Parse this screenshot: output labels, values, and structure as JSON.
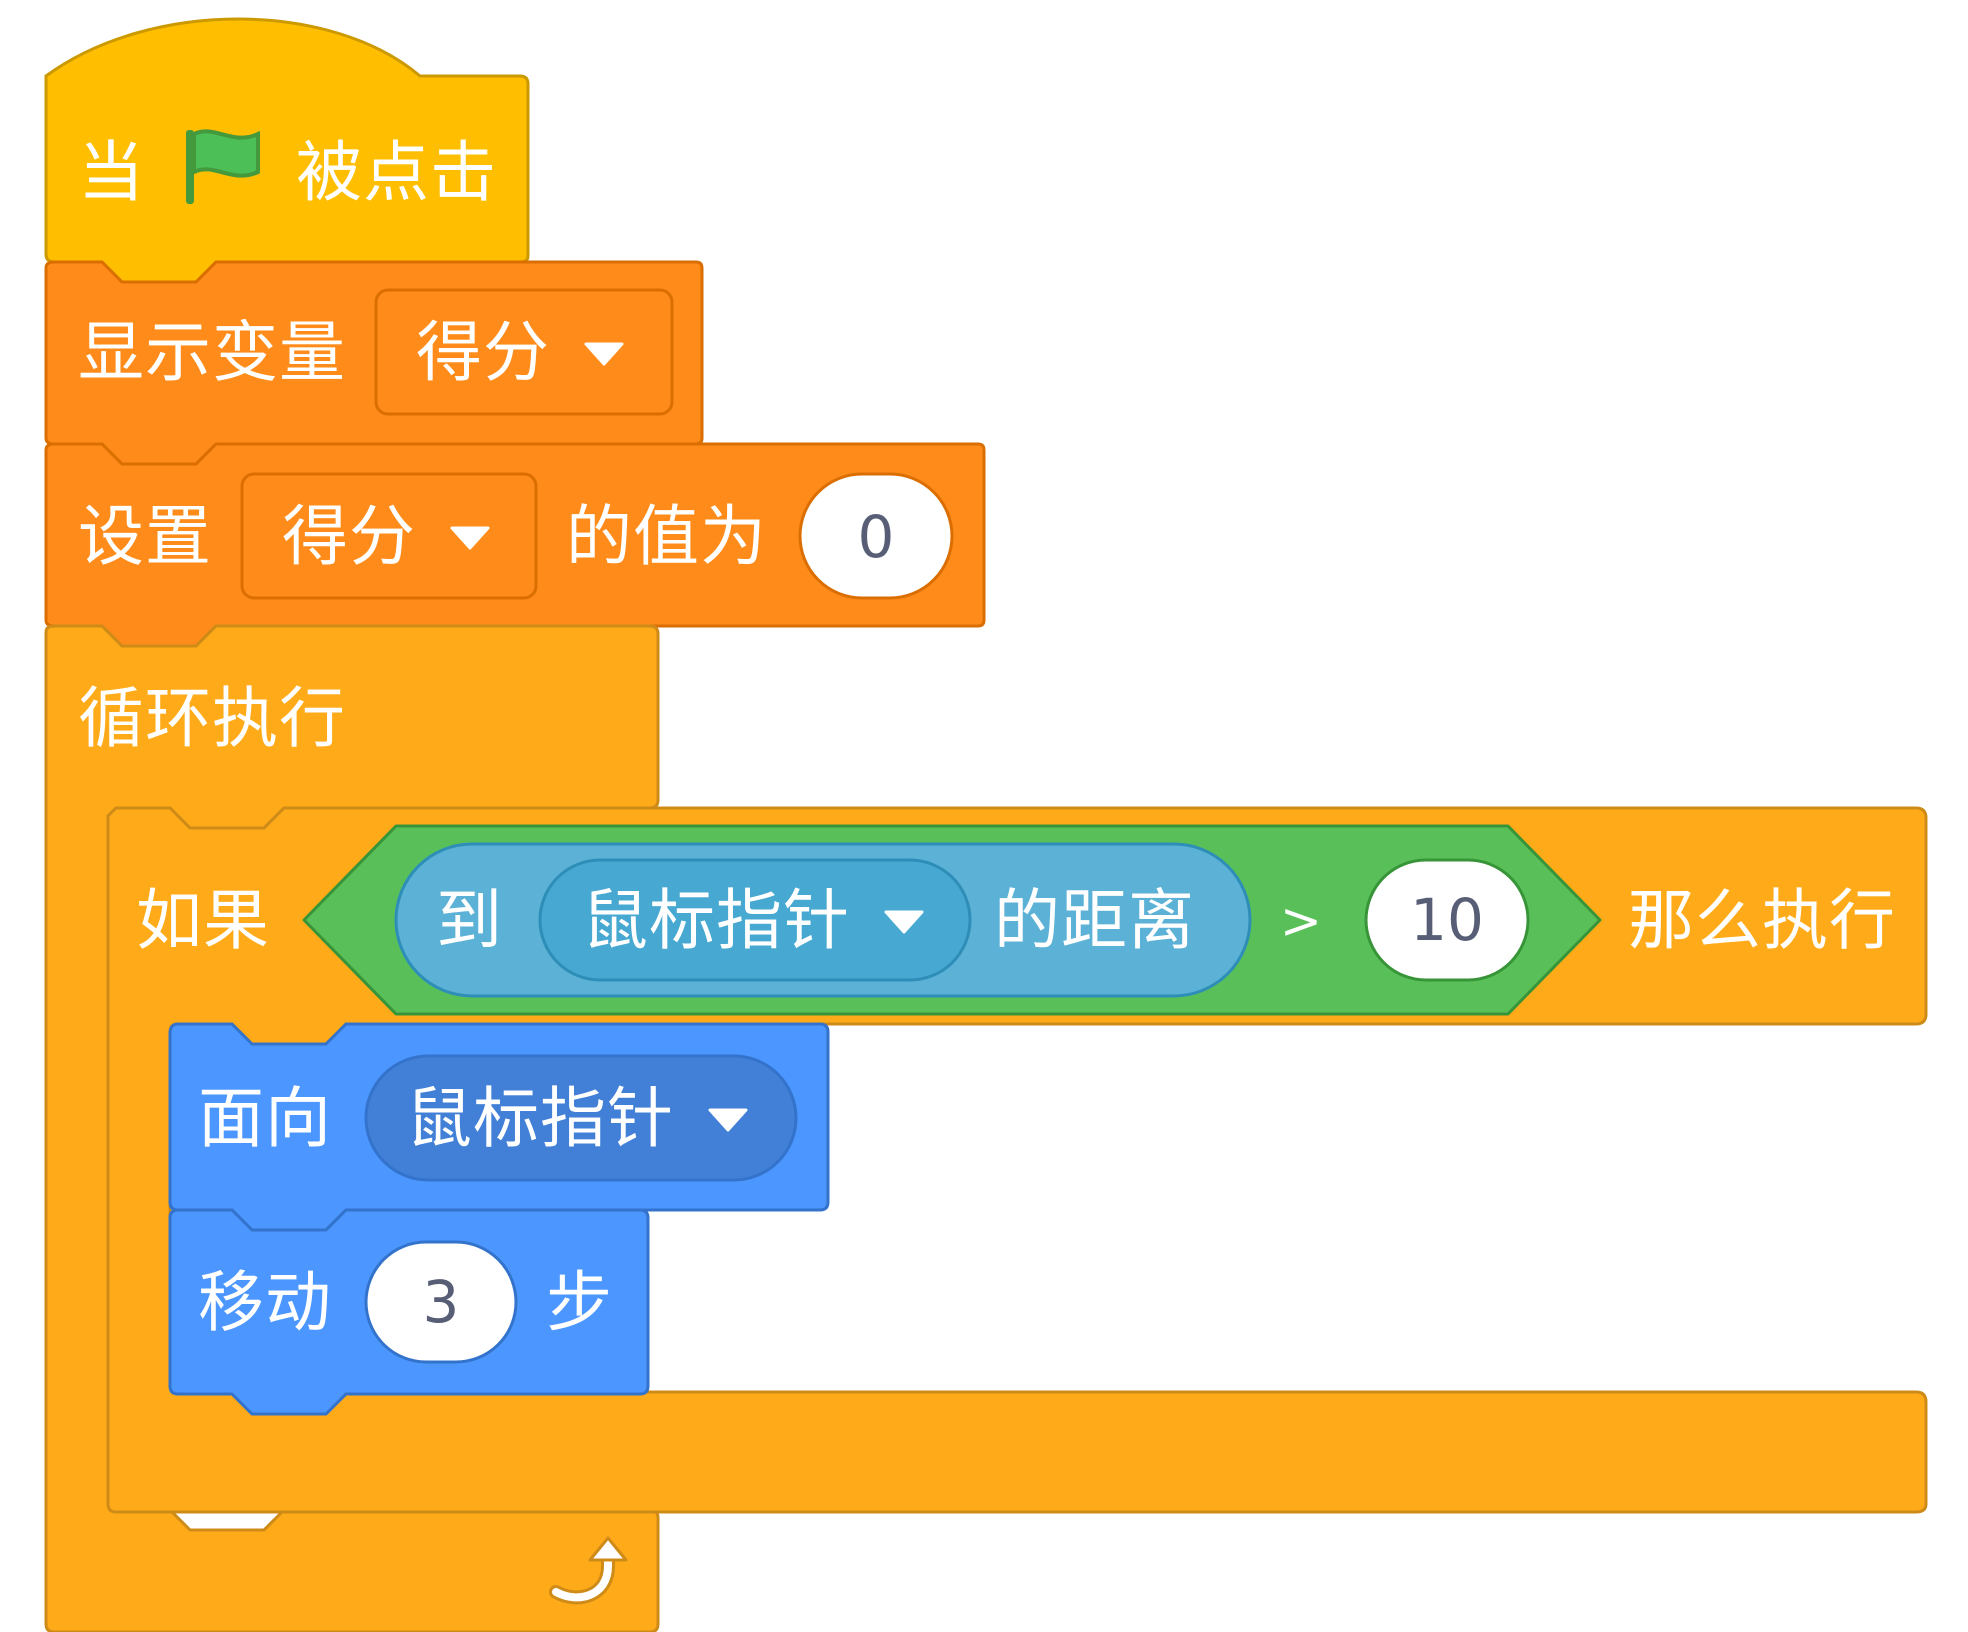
{
  "script": {
    "hat": {
      "label_when": "当",
      "flag_icon": "green-flag-icon",
      "label_clicked": "被点击"
    },
    "show_variable": {
      "label": "显示变量",
      "variable": "得分"
    },
    "set_variable": {
      "label_set": "设置",
      "variable": "得分",
      "label_to": "的值为",
      "value": "0"
    },
    "forever": {
      "label": "循环执行",
      "loop_icon": "loop-arrow-icon"
    },
    "if_block": {
      "label_if": "如果",
      "label_then": "那么执行",
      "condition": {
        "operator": ">",
        "right_value": "10",
        "left": {
          "label_distance_to": "到",
          "target": "鼠标指针",
          "label_distance": "的距离"
        }
      }
    },
    "point_towards": {
      "label": "面向",
      "target": "鼠标指针"
    },
    "move": {
      "label_move": "移动",
      "steps": "3",
      "label_steps": "步"
    }
  },
  "colors": {
    "events": "#FFBF00",
    "events_border": "#CC9900",
    "variables": "#FF8C1A",
    "variables_border": "#DB6E00",
    "control": "#FFAB19",
    "control_border": "#CF8B17",
    "operators": "#59C059",
    "operators_border": "#389438",
    "sensing": "#5CB1D6",
    "sensing_border": "#2E8EB8",
    "sensing_menu": "#47A8D1",
    "motion": "#4C97FF",
    "motion_border": "#3373CC",
    "motion_menu": "#4280D7",
    "input_text": "#575E75",
    "flag": "#4CBF56"
  }
}
